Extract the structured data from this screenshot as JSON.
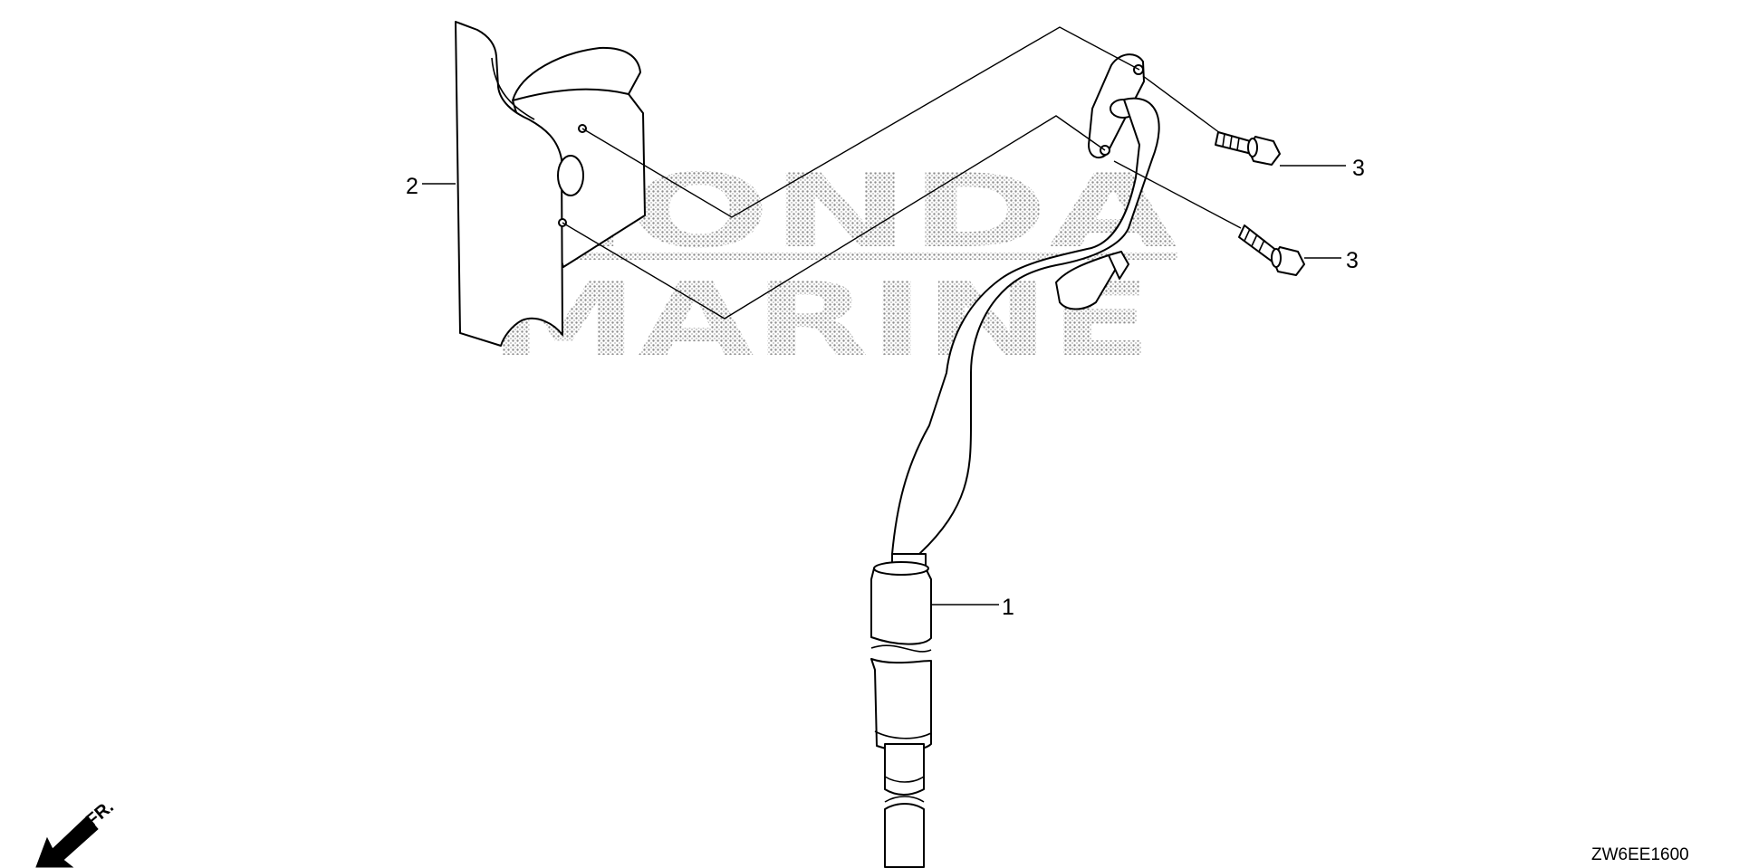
{
  "watermark": {
    "line1": "HONDA",
    "line2": "MARINE"
  },
  "callouts": {
    "tube": "1",
    "cover": "2",
    "bolt_upper": "3",
    "bolt_lower": "3"
  },
  "diagram_code": "ZW6EE1600",
  "front_indicator": "FR.",
  "icons": {
    "front_arrow": "arrow-down-left-icon"
  },
  "colors": {
    "line": "#000000",
    "watermark": "#9a9a9a",
    "background": "#ffffff"
  }
}
